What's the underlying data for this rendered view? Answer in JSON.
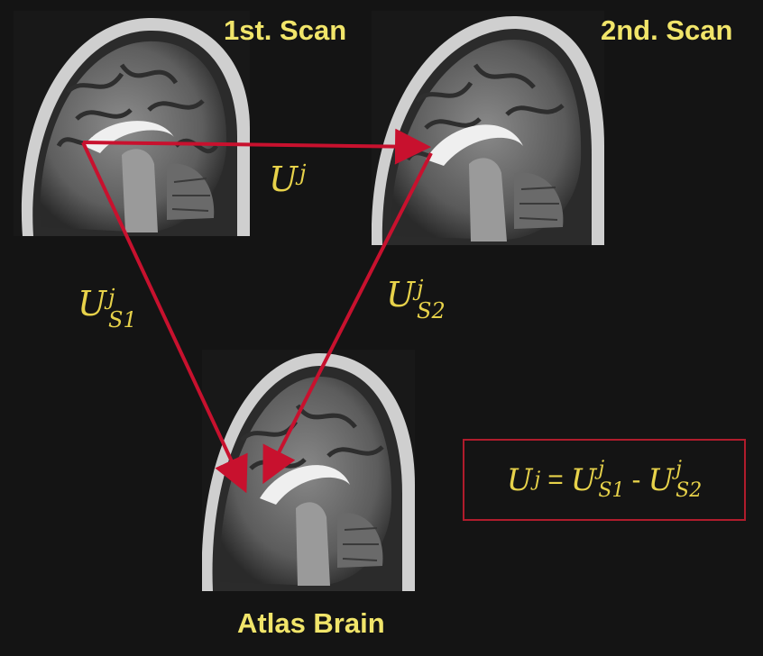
{
  "captions": {
    "scan1": "1st. Scan",
    "scan2": "2nd. Scan",
    "atlas": "Atlas Brain"
  },
  "labels": {
    "u_top": {
      "base": "U",
      "sup": "j",
      "sub": ""
    },
    "u_s1": {
      "base": "U",
      "sup": "j",
      "sub": "S1"
    },
    "u_s2": {
      "base": "U",
      "sup": "j",
      "sub": "S2"
    }
  },
  "formula": {
    "lhs": {
      "base": "U",
      "sup": "j"
    },
    "equals": "=",
    "term1": {
      "base": "U",
      "sup": "j",
      "sub": "S1"
    },
    "minus": "-",
    "term2": {
      "base": "U",
      "sup": "j",
      "sub": "S2"
    }
  },
  "colors": {
    "background": "#141414",
    "caption": "#f1e56a",
    "math": "#e7d24a",
    "arrow": "#c8112e",
    "box_border": "#b01c2c"
  },
  "images": [
    {
      "name": "first-scan",
      "content": "sagittal brain MRI"
    },
    {
      "name": "second-scan",
      "content": "sagittal brain MRI"
    },
    {
      "name": "atlas-brain",
      "content": "sagittal brain MRI"
    }
  ]
}
